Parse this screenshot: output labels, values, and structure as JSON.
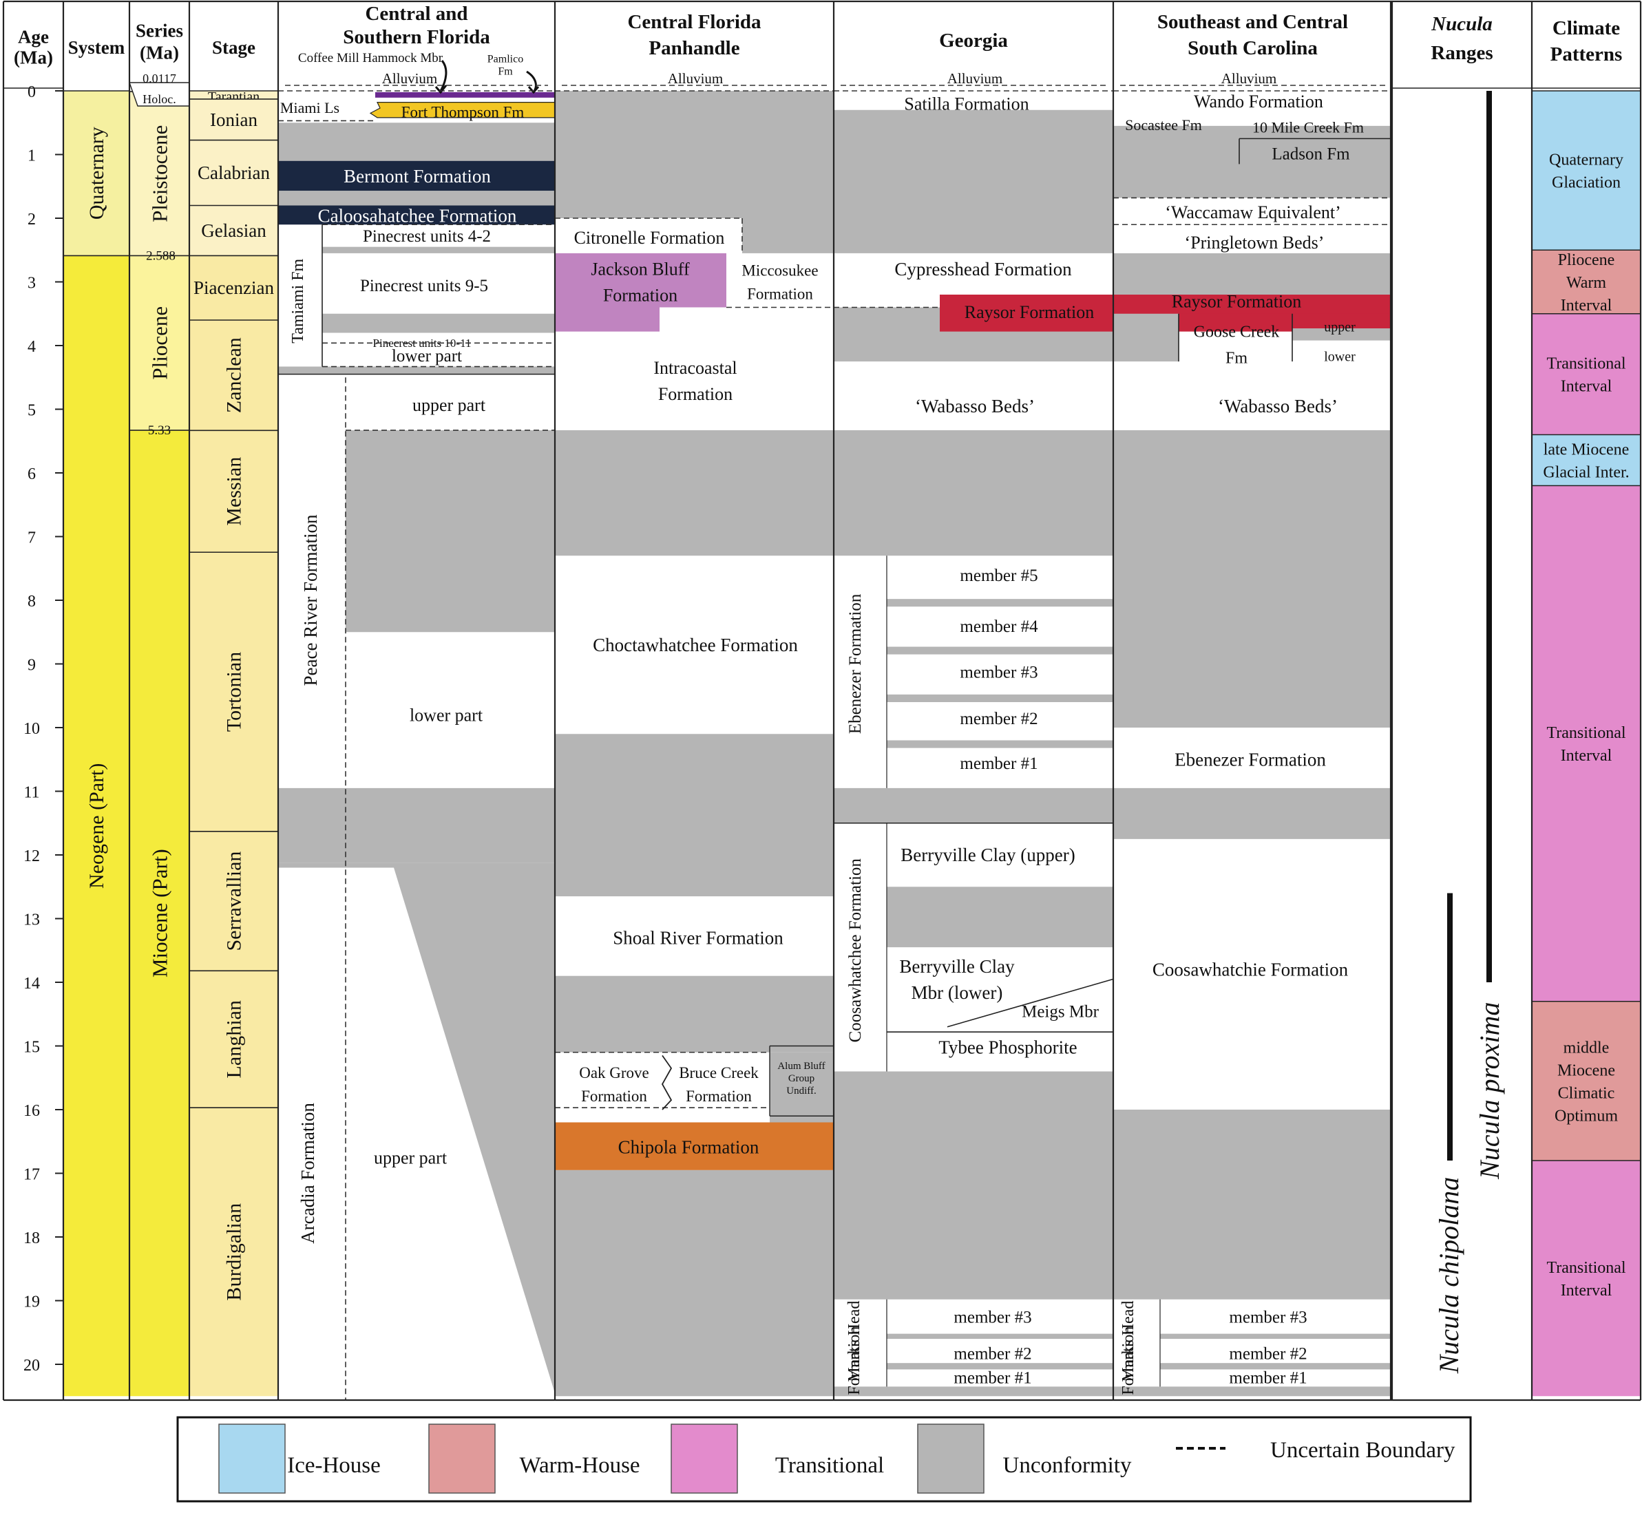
{
  "headers": {
    "age": [
      "Age",
      "(Ma)"
    ],
    "system": "System",
    "series": [
      "Series",
      "(Ma)"
    ],
    "stage": "Stage",
    "csf": [
      "Central and",
      "Southern Florida"
    ],
    "cfp": [
      "Central Florida",
      "Panhandle"
    ],
    "ga": "Georgia",
    "sc": [
      "Southeast and Central",
      "South Carolina"
    ],
    "nucula": [
      "Nucula",
      "Ranges"
    ],
    "climate": [
      "Climate",
      "Patterns"
    ]
  },
  "age_ticks": [
    "0",
    "1",
    "2",
    "3",
    "4",
    "5",
    "6",
    "7",
    "8",
    "9",
    "10",
    "11",
    "12",
    "13",
    "14",
    "15",
    "16",
    "17",
    "18",
    "19",
    "20"
  ],
  "systems": [
    {
      "label": "Quaternary",
      "top": 0,
      "bottom": 2.588
    },
    {
      "label": "Neogene (Part)",
      "top": 2.588,
      "bottom": 20.5
    }
  ],
  "series": [
    {
      "label": "Holoc.",
      "top": 0,
      "bottom": 0.0117
    },
    {
      "label": "Pleistocene",
      "top": 0.0117,
      "bottom": 2.588
    },
    {
      "label": "Pliocene",
      "top": 2.588,
      "bottom": 5.33
    },
    {
      "label": "Miocene (Part)",
      "top": 5.33,
      "bottom": 20.5
    }
  ],
  "series_boundaries": [
    "0.0117",
    "2.588",
    "5.33"
  ],
  "stages": [
    {
      "label": "Tarantian",
      "top": 0,
      "bottom": 0.129
    },
    {
      "label": "Ionian",
      "top": 0.129,
      "bottom": 0.774
    },
    {
      "label": "Calabrian",
      "top": 0.774,
      "bottom": 1.8
    },
    {
      "label": "Gelasian",
      "top": 1.8,
      "bottom": 2.588
    },
    {
      "label": "Piacenzian",
      "top": 2.588,
      "bottom": 3.6
    },
    {
      "label": "Zanclean",
      "top": 3.6,
      "bottom": 5.333
    },
    {
      "label": "Messian",
      "top": 5.333,
      "bottom": 7.246
    },
    {
      "label": "Tortonian",
      "top": 7.246,
      "bottom": 11.63
    },
    {
      "label": "Serravallian",
      "top": 11.63,
      "bottom": 13.82
    },
    {
      "label": "Langhian",
      "top": 13.82,
      "bottom": 15.97
    },
    {
      "label": "Burdigalian",
      "top": 15.97,
      "bottom": 20.5
    }
  ],
  "csf": {
    "alluvium": "Alluvium",
    "coffee_mill": "Coffee Mill Hammock Mbr",
    "pamlico": [
      "Pamlico",
      "Fm"
    ],
    "miami": "Miami Ls",
    "fort_thompson": "Fort Thompson Fm",
    "bermont": "Bermont Formation",
    "caloosahatchee": "Caloosahatchee Formation",
    "tamiami": "Tamiami Fm",
    "pinecrest_4_2": "Pinecrest units 4-2",
    "pinecrest_9_5": "Pinecrest units 9-5",
    "pinecrest_10_11": "Pinecrest units 10-11",
    "lower_part": "lower part",
    "peace_river": "Peace River Formation",
    "pr_upper": "upper part",
    "pr_lower": "lower part",
    "arcadia": "Arcadia Formation",
    "ar_upper": "upper part"
  },
  "cfp": {
    "alluvium": "Alluvium",
    "citronelle": "Citronelle Formation",
    "jackson_bluff": [
      "Jackson Bluff",
      "Formation"
    ],
    "miccosukee": [
      "Miccosukee",
      "Formation"
    ],
    "intracoastal": [
      "Intracoastal",
      "Formation"
    ],
    "choctawhatchee": "Choctawhatchee Formation",
    "shoal_river": "Shoal River Formation",
    "oak_grove": [
      "Oak Grove",
      "Formation"
    ],
    "bruce_creek": [
      "Bruce Creek",
      "Formation"
    ],
    "alum_bluff": [
      "Alum Bluff",
      "Group",
      "Undiff."
    ],
    "chipola": "Chipola Formation"
  },
  "ga": {
    "alluvium": "Alluvium",
    "satilla": "Satilla Formation",
    "cypresshead": "Cypresshead Formation",
    "raysor": "Raysor Formation",
    "wabasso": "‘Wabasso Beds’",
    "ebenezer": "Ebenezer Formation",
    "members_eb": [
      "member #5",
      "member #4",
      "member #3",
      "member #2",
      "member #1"
    ],
    "coosawhatchee": "Coosawhatchee Formation",
    "berryville_upper": "Berryville Clay (upper)",
    "berryville_lower": [
      "Berryville Clay",
      "Mbr (lower)"
    ],
    "meigs": "Meigs Mbr",
    "tybee": "Tybee Phosphorite",
    "marks_head": [
      "Marks Head",
      "Formation"
    ],
    "members_mh": [
      "member #3",
      "member #2",
      "member #1"
    ]
  },
  "sc": {
    "alluvium": "Alluvium",
    "wando": "Wando Formation",
    "socastee": "Socastee Fm",
    "ten_mile": "10 Mile Creek Fm",
    "ladson": "Ladson Fm",
    "waccamaw": "‘Waccamaw Equivalent’",
    "pringletown": "‘Pringletown Beds’",
    "raysor": "Raysor Formation",
    "goose_creek": [
      "Goose Creek",
      "Fm"
    ],
    "gc_upper": "upper",
    "gc_lower": "lower",
    "wabasso": "‘Wabasso Beds’",
    "ebenezer": "Ebenezer Formation",
    "coosawhatchie": "Coosawhatchie Formation",
    "marks_head": [
      "Marks Head",
      "Formation"
    ],
    "members_mh": [
      "member #3",
      "member #2",
      "member #1"
    ]
  },
  "nucula": {
    "chipolana": "Nucula chipolana",
    "proxima": "Nucula proxima"
  },
  "climate": [
    {
      "label": [
        "Quaternary",
        "Glaciation"
      ],
      "type": "ice",
      "top": 0,
      "bottom": 2.5
    },
    {
      "label": [
        "Pliocene",
        "Warm",
        "Interval"
      ],
      "type": "warm",
      "top": 2.5,
      "bottom": 3.5
    },
    {
      "label": [
        "Transitional",
        "Interval"
      ],
      "type": "trans",
      "top": 3.5,
      "bottom": 5.4
    },
    {
      "label": [
        "late Miocene",
        "Glacial Inter."
      ],
      "type": "ice",
      "top": 5.4,
      "bottom": 6.2
    },
    {
      "label": [
        "Transitional",
        "Interval"
      ],
      "type": "trans",
      "top": 6.2,
      "bottom": 14.3
    },
    {
      "label": [
        "middle",
        "Miocene",
        "Climatic",
        "Optimum"
      ],
      "type": "warm",
      "top": 14.3,
      "bottom": 16.8
    },
    {
      "label": [
        "Transitional",
        "Interval"
      ],
      "type": "trans",
      "top": 16.8,
      "bottom": 20.5
    }
  ],
  "legend": {
    "ice": "Ice-House",
    "warm": "Warm-House",
    "trans": "Transitional",
    "unconf": "Unconformity",
    "uncertain": "Uncertain Boundary"
  },
  "colors": {
    "ice": "#a8d8f0",
    "warm": "#e09a9a",
    "trans": "#e38bcc",
    "unconformity": "#b5b5b5",
    "quaternary": "#f5f0a0",
    "neogene": "#f5eb3a",
    "pleistocene": "#fbf3c0",
    "pliocene": "#fbf39c",
    "miocene": "#f4eb3c",
    "stage": "#f9eaa4",
    "stage_light": "#fbf1c6",
    "bermont": "#1a2741",
    "fort_thompson": "#f2c623",
    "jackson_bluff": "#c084c0",
    "raysor": "#c8253c",
    "chipola": "#d9772c",
    "pamlico": "#6a2a90"
  }
}
